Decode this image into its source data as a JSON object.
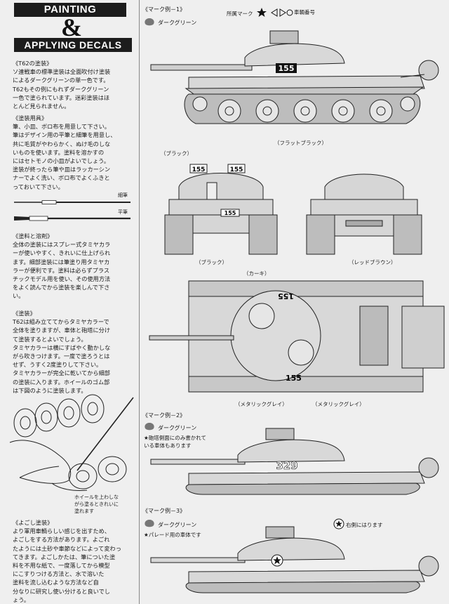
{
  "header": {
    "line1": "PAINTING",
    "amp": "&",
    "line2": "APPLYING DECALS"
  },
  "sections": [
    {
      "title": "《T62の塗装》",
      "body": "ソ連戦車の標準塗装は全面吹付け塗装\nによるダークグリーンの単一色です。\nT62もその例にもれずダークグリーン\n一色で塗られています。迷彩塗装はほ\nとんど見られません。"
    },
    {
      "title": "《塗装用具》",
      "body": "筆、小皿、ボロ布を用意して下さい。\n筆はデザイン用の平筆と細筆を用意し、\n共に毛質がやわらかく、ぬけ毛のしな\nいものを使います。塗料を溶かすの\nにはセトモノの小皿がよいでしょう。\n塗装が終ったら筆や皿はラッカーシン\nナーでよく洗い、ボロ布でよくふきと\nっておいて下さい。"
    },
    {
      "title": "《塗料と溶剤》",
      "body": "全体の塗装にはスプレー式タミヤカラ\nーが使いやすく、きれいに仕上げられ\nます。細部塗装には筆塗り用タミヤカ\nラーが便利です。塗料は必らずプラス\nチックモデル用を使い、その使用方法\nをよく読んでから塗装を楽しんで下さ\nい。"
    },
    {
      "title": "《塗装》",
      "body": "T62は組み立ててからタミヤカラーで\n全体を塗りますが、車体と砲塔に分け\nて塗装するとよいでしょう。\nタミヤカラーは横にすばやく動かしな\nがら吹きつけます。一度で塗ろうとは\nせず、うすく2度塗りして下さい。\nタミヤカラーが完全に乾いてから細部\nの塗装に入ります。ホイールのゴム部\nは下図のように塗装します。"
    },
    {
      "title": "《よごし塗装》",
      "body": "より軍用車輌らしい感じを出すため、\nよごしをする方法があります。よごれ\nたようには土砂や車節などによって変わっ\nてきます。よごしかたは、筆についた塗\n料を不用な紙で、一度落してから模型\nにこすりつける方法と、水で溶いた\n塗料を流し込むような方法など自\n分なりに研究し使い分けると良いでし\nょう。"
    }
  ],
  "brushes": {
    "fine": "細筆",
    "flat": "平筆"
  },
  "wheel_caption": "ホイールを上わしな\nがら塗るときれいに\n塗れます",
  "markings": {
    "example1": "《マーク例－1》",
    "example2": "《マーク例－2》",
    "example3": "《マーク例－3》",
    "unit_mark": "所属マーク",
    "vehicle_number": "車輌番号",
    "dark_green": "ダークグリーン",
    "flat_black": "（フラットブラック）",
    "black_top": "（ブラック）",
    "black_bottom": "（ブラック）",
    "red_brown": "（レッドブラウン）",
    "khaki": "（カーキ）",
    "metallic_grey_left": "（メタリックグレイ）",
    "metallic_grey_right": "（メタリックグレイ）",
    "note2": "★砲塔側面にのみ書かれて\nいる車体もあります",
    "note3": "★パレード用の車体です",
    "right_side_only": "右側にはります",
    "number1": "155",
    "number2": "329"
  },
  "colors": {
    "ink": "#1a1a1a",
    "paper": "#efefef",
    "header": "#1c1c1c"
  }
}
